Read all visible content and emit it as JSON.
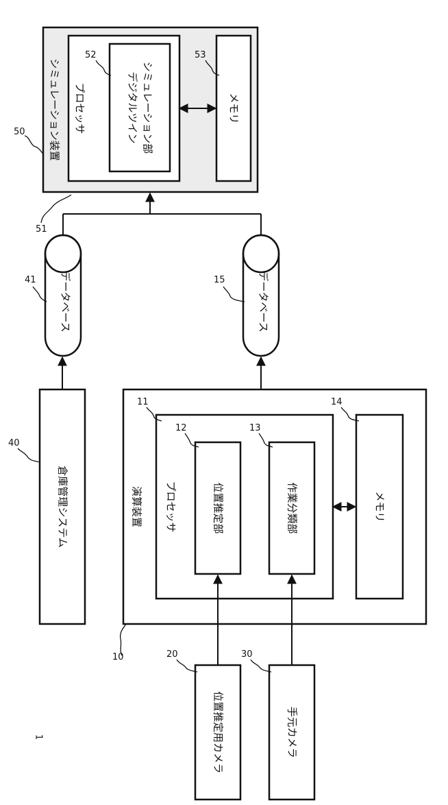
{
  "figure_ref": "1",
  "simulation_device": {
    "ref": "50",
    "label": "シミュレーション装置",
    "processor": {
      "ref": "51",
      "label": "プロセッサ"
    },
    "digital_twin": {
      "ref": "52",
      "line1": "デジタルツイン",
      "line2": "シミュレーション部"
    },
    "memory": {
      "ref": "53",
      "label": "メモリ"
    }
  },
  "database_top": {
    "ref": "41",
    "label": "データベース"
  },
  "database_bottom": {
    "ref": "15",
    "label": "データベース"
  },
  "warehouse_system": {
    "ref": "40",
    "label": "倉庫管理システム"
  },
  "computing_device": {
    "ref": "10",
    "label": "演算装置",
    "processor": {
      "ref": "11",
      "label": "プロセッサ"
    },
    "position_estimator": {
      "ref": "12",
      "label": "位置推定部"
    },
    "work_classifier": {
      "ref": "13",
      "label": "作業分類部"
    },
    "memory": {
      "ref": "14",
      "label": "メモリ"
    }
  },
  "position_camera": {
    "ref": "20",
    "label": "位置推定用カメラ"
  },
  "hand_camera": {
    "ref": "30",
    "label": "手元カメラ"
  }
}
